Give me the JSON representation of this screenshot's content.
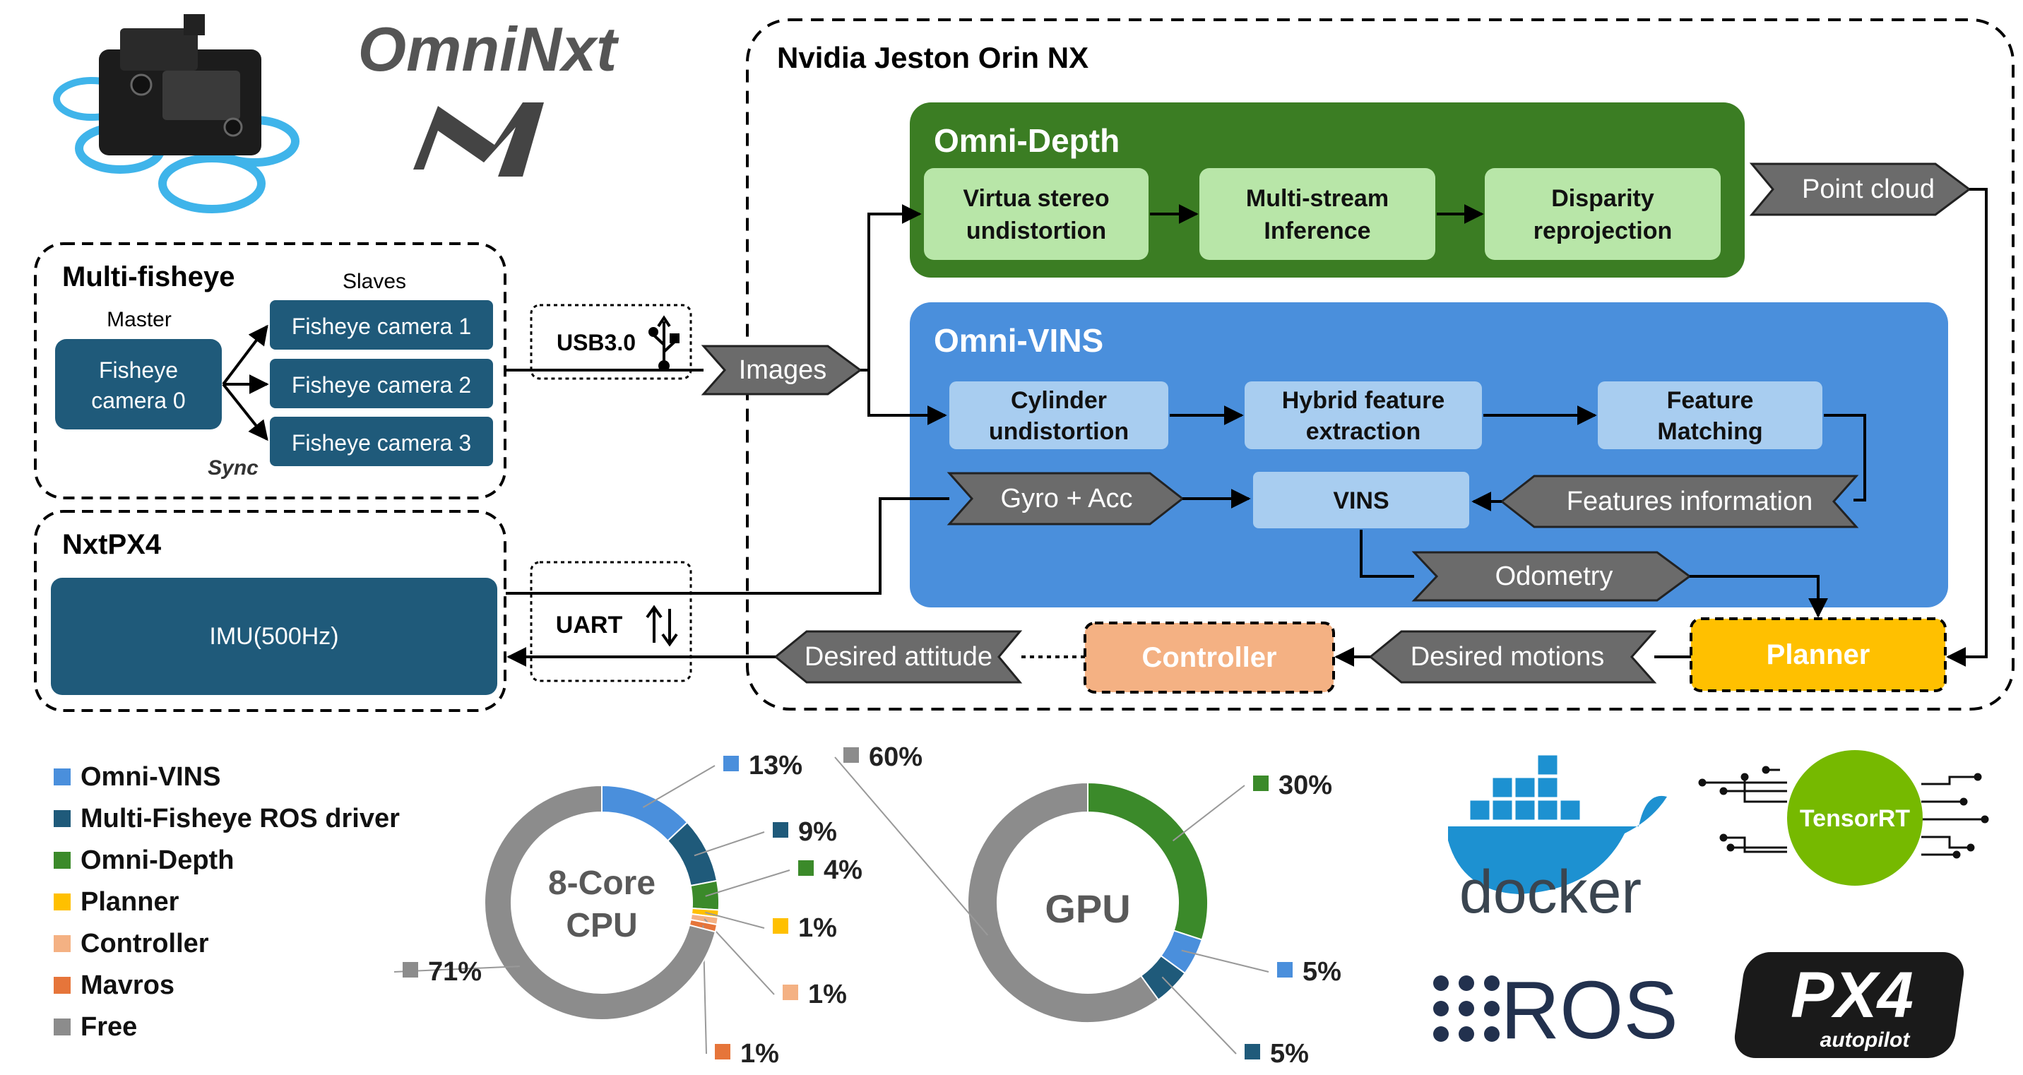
{
  "brand": {
    "name": "OmniNxt"
  },
  "groups": {
    "fisheye": {
      "title": "Multi-fisheye",
      "slaves_label": "Slaves",
      "master_label": "Master",
      "sync_label": "Sync"
    },
    "nxtpx4": {
      "title": "NxtPX4"
    },
    "jetson": {
      "title": "Nvidia Jeston Orin NX"
    },
    "depth": {
      "title": "Omni-Depth"
    },
    "vins": {
      "title": "Omni-VINS"
    }
  },
  "nodes": {
    "master_cam": [
      "Fisheye",
      "camera 0"
    ],
    "slave1": "Fisheye camera 1",
    "slave2": "Fisheye camera 2",
    "slave3": "Fisheye camera 3",
    "imu": "IMU(500Hz)",
    "virtual_stereo": [
      "Virtua stereo",
      "undistortion"
    ],
    "multistream": [
      "Multi-stream",
      "Inference"
    ],
    "disparity": [
      "Disparity",
      "reprojection"
    ],
    "cylinder": [
      "Cylinder",
      "undistortion"
    ],
    "hybrid": [
      "Hybrid feature",
      "extraction"
    ],
    "feature_matching": [
      "Feature",
      "Matching"
    ],
    "vins": "VINS",
    "controller": "Controller",
    "planner": "Planner"
  },
  "ports": {
    "usb": "USB3.0",
    "uart": "UART"
  },
  "data_flows": {
    "images": "Images",
    "point_cloud": "Point cloud",
    "gyro": "Gyro + Acc",
    "features_info": "Features information",
    "odometry": "Odometry",
    "desired_attitude": "Desired attitude",
    "desired_motions": "Desired motions"
  },
  "legend": [
    {
      "label": "Omni-VINS",
      "color": "#4a8fdc"
    },
    {
      "label": "Multi-Fisheye ROS driver",
      "color": "#1f5a7a"
    },
    {
      "label": "Omni-Depth",
      "color": "#3b8a2a"
    },
    {
      "label": "Planner",
      "color": "#ffc000"
    },
    {
      "label": "Controller",
      "color": "#f4b183"
    },
    {
      "label": "Mavros",
      "color": "#e6753a"
    },
    {
      "label": "Free",
      "color": "#8c8c8c"
    }
  ],
  "cpu_chart": {
    "center_label": [
      "8-Core",
      "CPU"
    ],
    "slices": [
      {
        "label": "13%",
        "value": 13,
        "color": "#4a8fdc"
      },
      {
        "label": "9%",
        "value": 9,
        "color": "#1f5a7a"
      },
      {
        "label": "4%",
        "value": 4,
        "color": "#3b8a2a"
      },
      {
        "label": "1%",
        "value": 1,
        "color": "#ffc000"
      },
      {
        "label": "1%",
        "value": 1,
        "color": "#f4b183"
      },
      {
        "label": "1%",
        "value": 1,
        "color": "#e6753a"
      },
      {
        "label": "71%",
        "value": 71,
        "color": "#8c8c8c"
      }
    ]
  },
  "gpu_chart": {
    "center_label": "GPU",
    "slices": [
      {
        "label": "30%",
        "value": 30,
        "color": "#3b8a2a"
      },
      {
        "label": "5%",
        "value": 5,
        "color": "#4a8fdc"
      },
      {
        "label": "5%",
        "value": 5,
        "color": "#1f5a7a"
      },
      {
        "label": "60%",
        "value": 60,
        "color": "#8c8c8c"
      }
    ]
  },
  "logos": {
    "docker": "docker",
    "tensorrt": "TensorRT",
    "ros": "ROS",
    "px4": "PX4",
    "px4_sub": "autopilot"
  }
}
